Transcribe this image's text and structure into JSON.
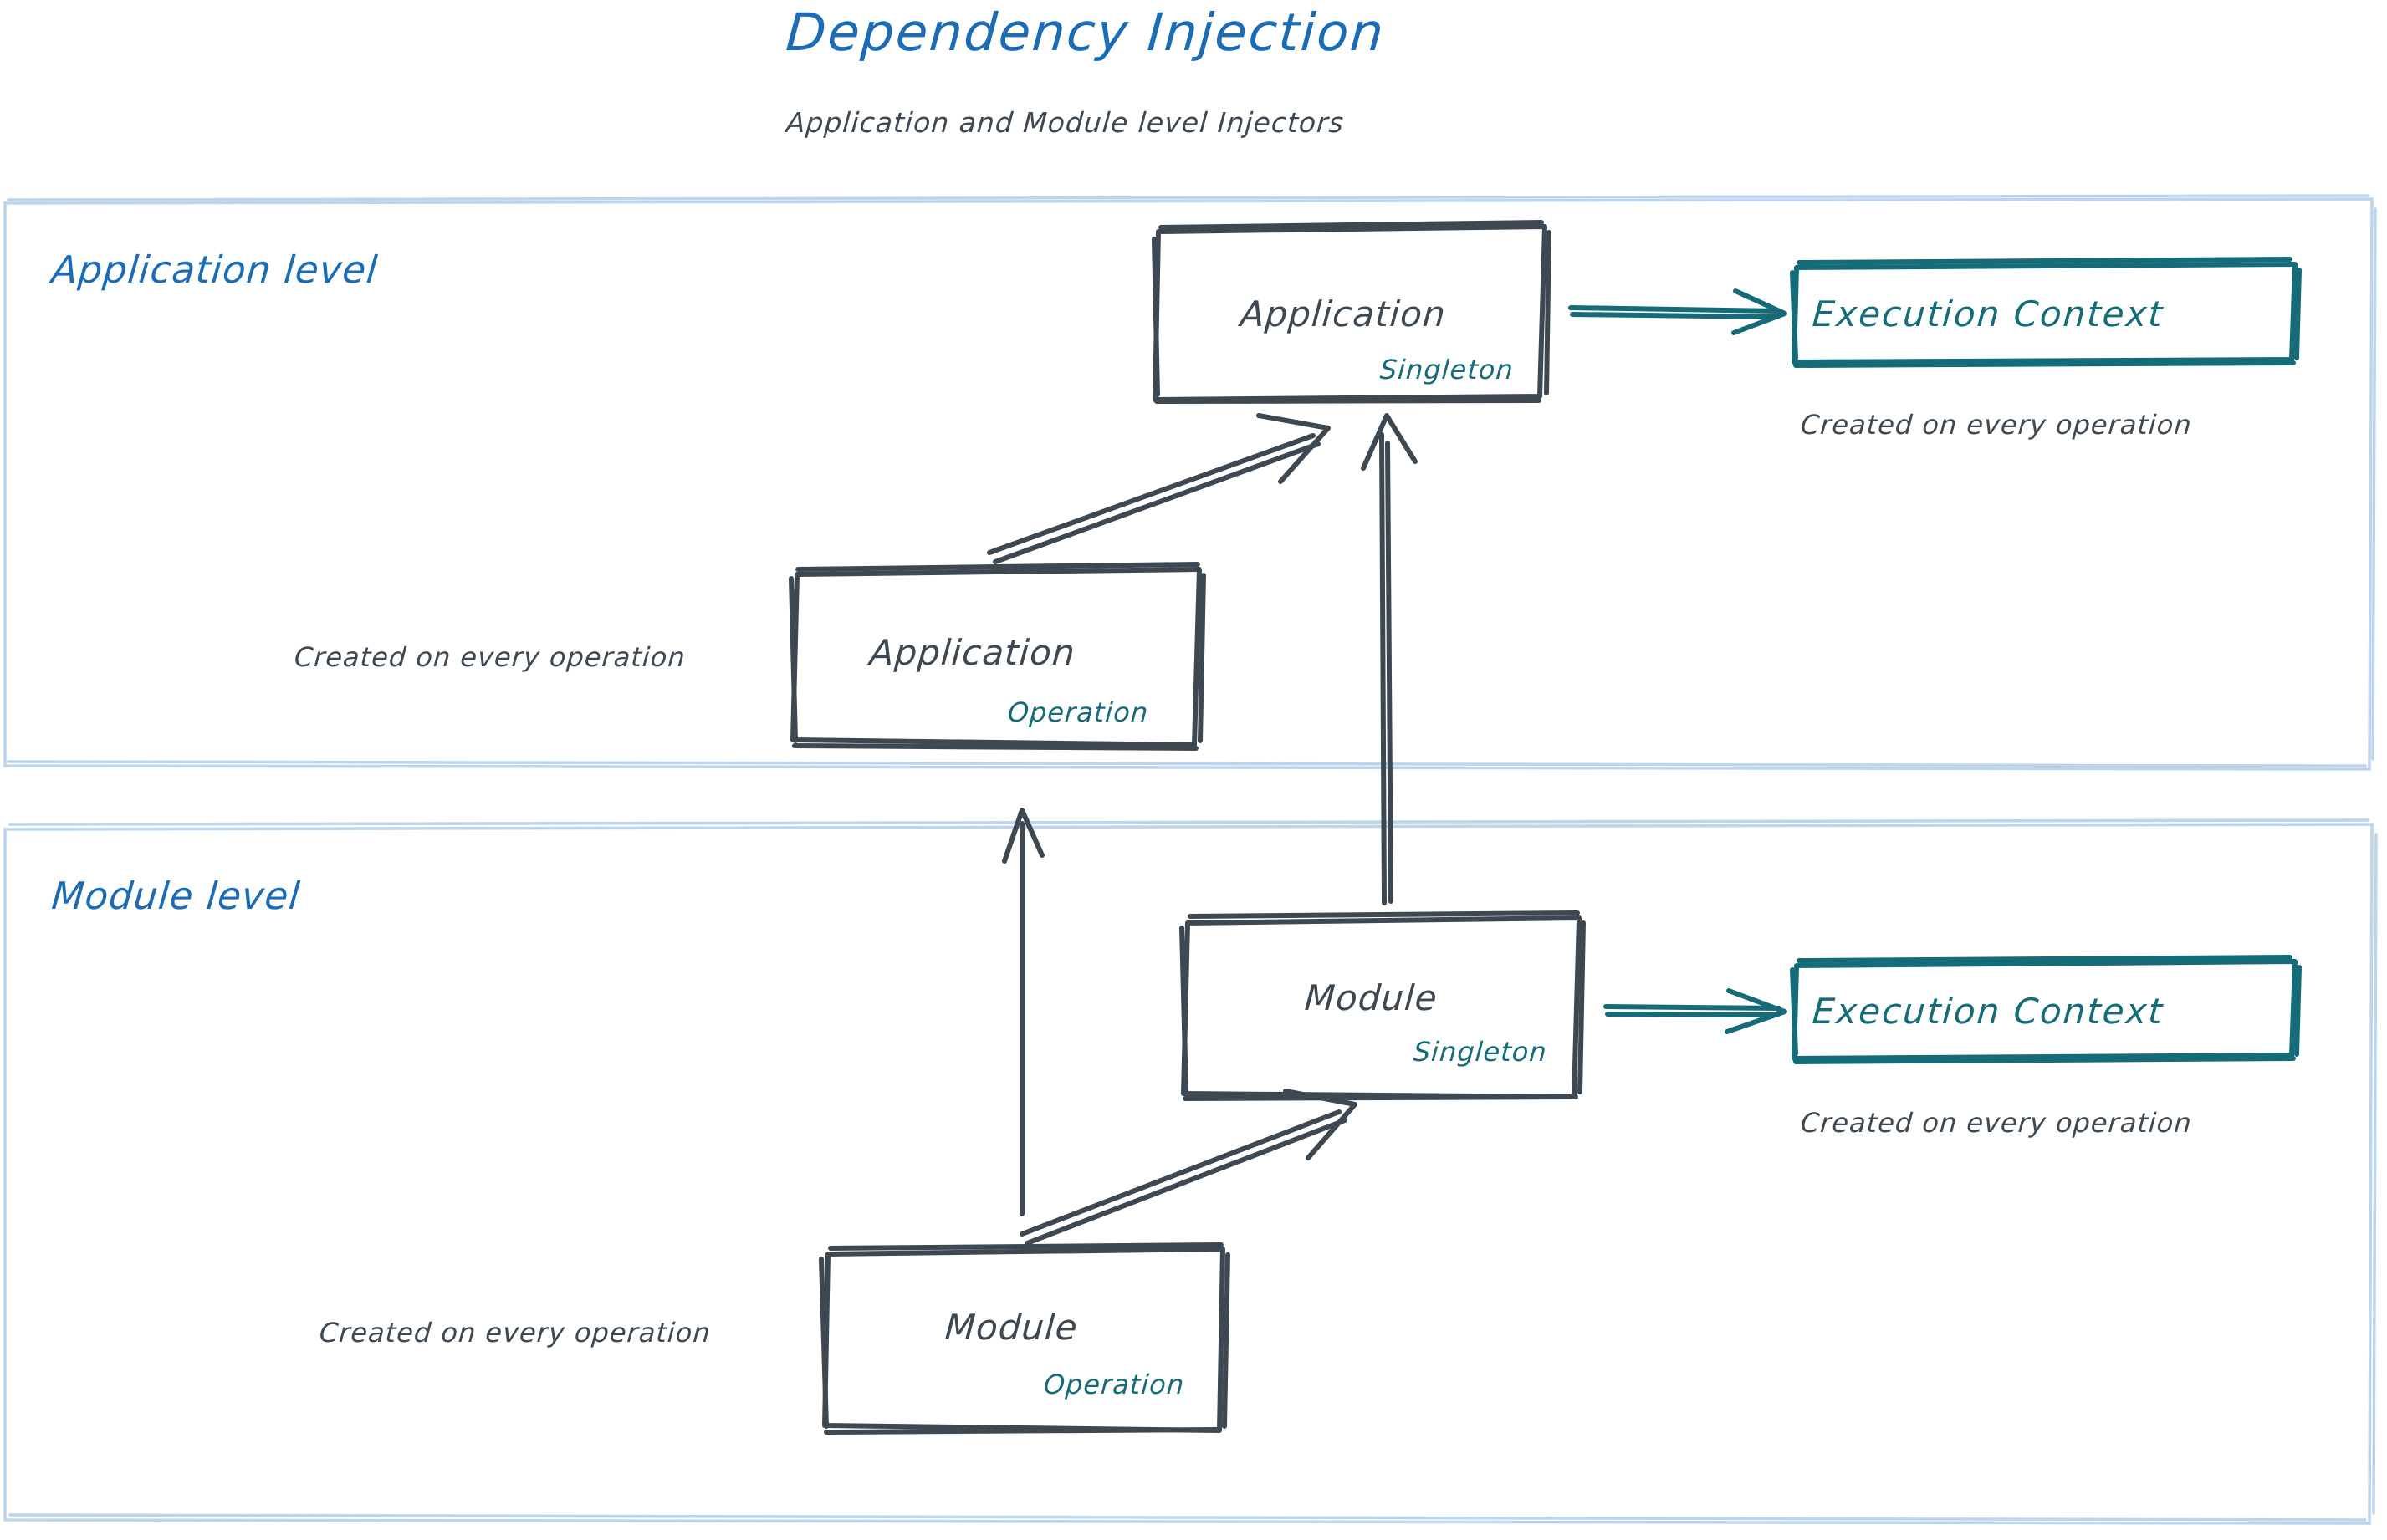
{
  "header": {
    "title": "Dependency Injection",
    "subtitle": "Application and Module level Injectors"
  },
  "colors": {
    "title_blue": "#1B6CB5",
    "zone_border": "#BCD4EC",
    "ink": "#3D4852",
    "teal": "#156B78"
  },
  "zones": [
    {
      "id": "application-level",
      "label": "Application level"
    },
    {
      "id": "module-level",
      "label": "Module level"
    }
  ],
  "nodes": {
    "application_singleton": {
      "title": "Application",
      "scope": "Singleton"
    },
    "application_operation": {
      "title": "Application",
      "scope": "Operation",
      "caption": "Created on every operation"
    },
    "module_singleton": {
      "title": "Module",
      "scope": "Singleton"
    },
    "module_operation": {
      "title": "Module",
      "scope": "Operation",
      "caption": "Created on every operation"
    },
    "execution_context_app": {
      "title": "Execution Context",
      "caption": "Created on every operation"
    },
    "execution_context_module": {
      "title": "Execution Context",
      "caption": "Created on every operation"
    }
  },
  "edges": [
    {
      "id": "app-singleton-to-exec-ctx",
      "from": "application_singleton",
      "to": "execution_context_app"
    },
    {
      "id": "app-operation-to-app-singleton",
      "from": "application_operation",
      "to": "application_singleton"
    },
    {
      "id": "module-singleton-to-app-singleton",
      "from": "module_singleton",
      "to": "application_singleton"
    },
    {
      "id": "module-singleton-to-exec-ctx",
      "from": "module_singleton",
      "to": "execution_context_module"
    },
    {
      "id": "module-operation-to-module-singleton",
      "from": "module_operation",
      "to": "module_singleton"
    },
    {
      "id": "module-operation-to-app-operation",
      "from": "module_operation",
      "to": "application_operation"
    }
  ]
}
